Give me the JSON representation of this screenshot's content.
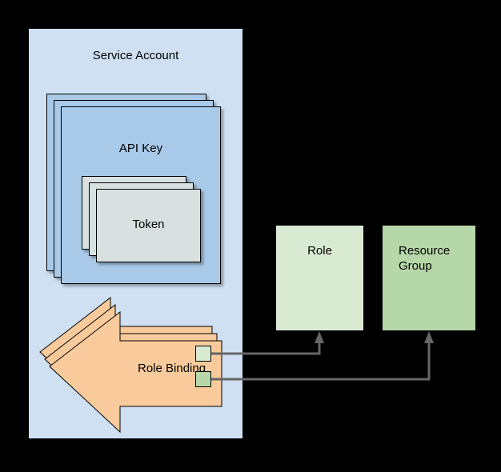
{
  "diagram": {
    "type": "block-diagram",
    "background_color": "#000000",
    "nodes": {
      "service_account": {
        "label": "Service Account",
        "fill": "#cfe0f3"
      },
      "api_key": {
        "label": "API Key",
        "fill": "#a9c9e8",
        "stack_count": 3
      },
      "token": {
        "label": "Token",
        "fill": "#d8e1e0",
        "stack_count": 3
      },
      "role_binding": {
        "label": "Role Binding",
        "fill": "#f9cb9c",
        "shape": "arrow-left",
        "stack_count": 3
      },
      "role": {
        "label": "Role",
        "fill": "#d9ead3"
      },
      "resource_group": {
        "label": "Resource\nGroup",
        "fill": "#b6d7a8"
      }
    },
    "ports": [
      {
        "name": "role-port",
        "fill": "#d9ead3"
      },
      {
        "name": "resource-group-port",
        "fill": "#b6d7a8"
      }
    ],
    "edges": [
      {
        "from": "role-binding",
        "to": "role",
        "color": "#666666",
        "arrowhead": "up"
      },
      {
        "from": "role-binding",
        "to": "resource-group",
        "color": "#666666",
        "arrowhead": "up"
      }
    ]
  }
}
